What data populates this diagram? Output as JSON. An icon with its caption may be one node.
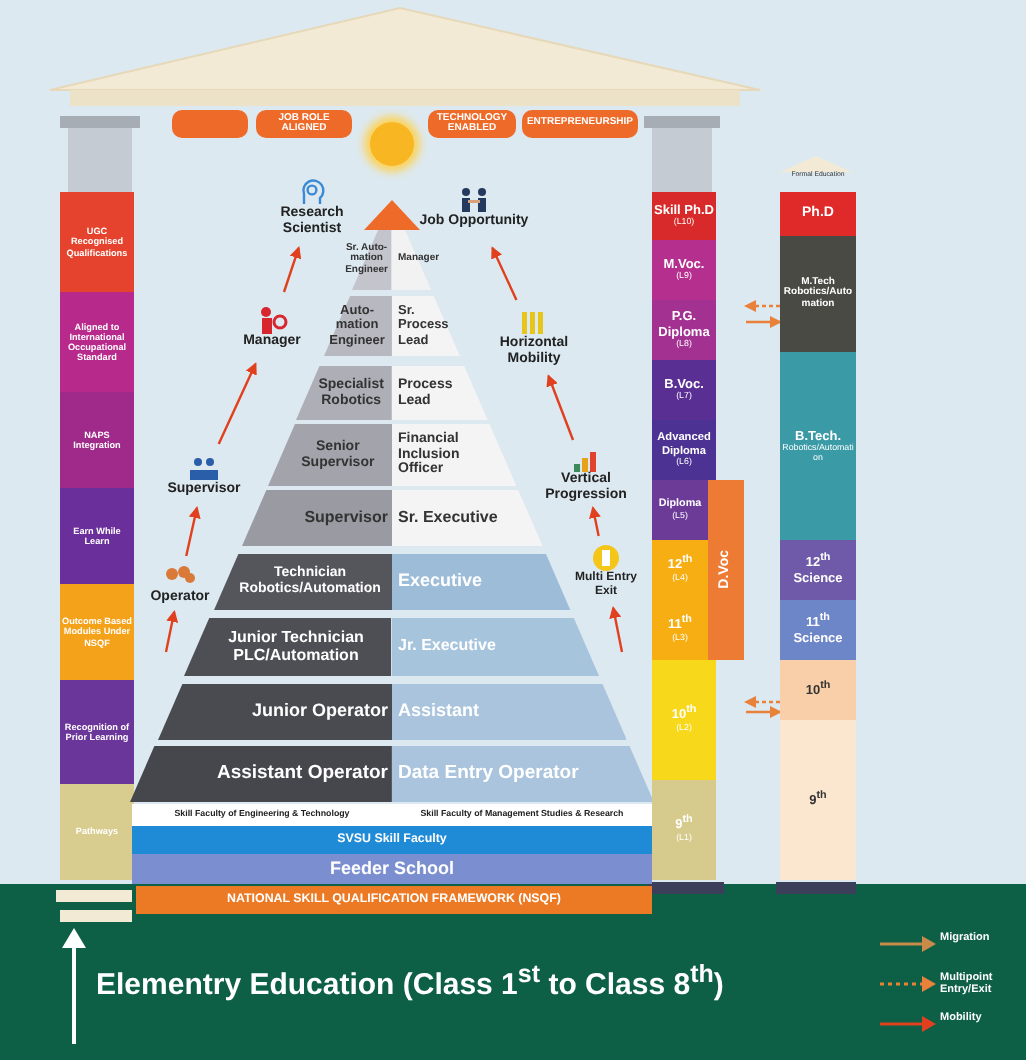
{
  "diagram": {
    "nodes": [
      {
        "text": [],
        "shape": "box"
      },
      {
        "text": [
          "JOB ROLE ALIGNED"
        ]
      },
      {
        "text": [],
        "shape": "circle"
      },
      {
        "text": [
          "TECHNOLOGY ENABLED"
        ]
      },
      {
        "text": [
          "ENTREPRENEURSHIP"
        ]
      },
      {
        "text": [
          "UGC Recognised Qualifications"
        ]
      },
      {
        "text": [
          "Aligned to International Occupational Standard"
        ]
      },
      {
        "text": [
          "NAPS Integration"
        ]
      },
      {
        "text": [
          "Earn While Learn"
        ]
      },
      {
        "text": [
          "Outcome Based Modules Under NSQF"
        ]
      },
      {
        "text": [
          "Recognition of Prior Learning"
        ]
      },
      {
        "text": [
          "Pathways"
        ]
      },
      {
        "text": [],
        "shape": "triangle"
      },
      {
        "text": [
          "Sr. Auto-mation Engineer"
        ]
      },
      {
        "text": [
          "Manager"
        ]
      },
      {
        "text": [
          "Auto-mation Engineer"
        ]
      },
      {
        "text": [
          "Sr. Process Lead"
        ]
      },
      {
        "text": [
          "Specialist Robotics"
        ]
      },
      {
        "text": [
          "Process Lead"
        ]
      },
      {
        "text": [
          "Senior Supervisor"
        ]
      },
      {
        "text": [
          "Financial Inclusion Officer"
        ]
      },
      {
        "text": [
          "Supervisor"
        ]
      },
      {
        "text": [
          "Sr. Executive"
        ]
      },
      {
        "text": [
          "Technician Robotics/Automation"
        ]
      },
      {
        "text": [
          "Executive"
        ]
      },
      {
        "text": [
          "Junior Technician PLC/Automation"
        ]
      },
      {
        "text": [
          "Jr. Executive"
        ]
      },
      {
        "text": [
          "Junior Operator"
        ]
      },
      {
        "text": [
          "Assistant"
        ]
      },
      {
        "text": [
          "Assistant Operator"
        ]
      },
      {
        "text": [
          "Data Entry Operator"
        ]
      },
      {
        "text": [
          "Skill Faculty of Engineering & Technology"
        ]
      },
      {
        "text": [
          "Skill Faculty of Management Studies & Research"
        ]
      },
      {
        "text": [
          "SVSU Skill Faculty"
        ]
      },
      {
        "text": [
          "Feeder School"
        ]
      },
      {
        "text": [
          "NATIONAL SKILL QUALIFICATION FRAMEWORK (NSQF)"
        ]
      },
      {
        "text": [
          "Operator"
        ]
      },
      {
        "text": [
          "Supervisor"
        ]
      },
      {
        "text": [
          "Manager"
        ]
      },
      {
        "text": [
          "Research Scientist"
        ]
      },
      {
        "text": [
          "Multi Entry Exit"
        ]
      },
      {
        "text": [
          "Vertical Progression"
        ]
      },
      {
        "text": [
          "Horizontal Mobility"
        ]
      },
      {
        "text": [
          "Job Opportunity"
        ]
      },
      {
        "text": [
          "Skill Ph.D",
          "(L10)"
        ]
      },
      {
        "text": [
          "M.Voc.",
          "(L9)"
        ]
      },
      {
        "text": [
          "P.G. Diploma",
          "(L8)"
        ]
      },
      {
        "text": [
          "B.Voc.",
          "(L7)"
        ]
      },
      {
        "text": [
          "Advanced Diploma",
          "(L6)"
        ]
      },
      {
        "text": [
          "Diploma",
          "(L5)"
        ]
      },
      {
        "text": [
          "12$^{th}$",
          "(L4)"
        ]
      },
      {
        "text": [
          "11$^{th}$",
          "(L3)"
        ]
      },
      {
        "text": [
          "10$^{th}$",
          "(L2)"
        ]
      },
      {
        "text": [
          "9$^{th}$",
          "(L1)"
        ]
      },
      {
        "text": [
          "D.Voc"
        ]
      },
      {
        "text": [
          "Ph.D"
        ],
        "beside": [
          "Formal Education"
        ]
      },
      {
        "text": [
          "M.Tech Robotics/Automation"
        ]
      },
      {
        "text": [
          "B.Tech.",
          "Robotics/Automation"
        ]
      },
      {
        "text": [
          "12$^{th}$ Science"
        ]
      },
      {
        "text": [
          "11$^{th}$ Science"
        ]
      },
      {
        "text": [
          "10$^{th}$"
        ]
      },
      {
        "text": [
          "9$^{th}$"
        ]
      }
    ],
    "edges": [
      {
        "from": null,
        "to": 36,
        "arrow": "to"
      },
      {
        "from": 36,
        "to": 37,
        "arrow": "to"
      },
      {
        "from": 37,
        "to": 38,
        "arrow": "to"
      },
      {
        "from": 38,
        "to": 39,
        "arrow": "to"
      },
      {
        "from": null,
        "to": 40,
        "arrow": "to"
      },
      {
        "from": 40,
        "to": 41,
        "arrow": "to"
      },
      {
        "from": 41,
        "to": 42,
        "arrow": "to"
      },
      {
        "from": 42,
        "to": 43,
        "arrow": "to"
      },
      {
        "from": 46,
        "to": 56,
        "arrow": "to",
        "color": "#e8823a"
      },
      {
        "from": 56,
        "to": 46,
        "arrow": "to",
        "style": "dashed",
        "color": "#e8823a"
      },
      {
        "from": 52,
        "to": 60,
        "arrow": "to",
        "color": "#e8823a"
      },
      {
        "from": 60,
        "to": 52,
        "arrow": "to",
        "style": "dashed",
        "color": "#e8823a"
      }
    ],
    "labels": [
      "Elementry Education (Class 1$^{st}$ to Class 8$^{th}$)"
    ],
    "legend": [
      {
        "text": "Migration"
      },
      {
        "text": "Multipoint Entry/Exit"
      },
      {
        "text": "Mobility"
      }
    ]
  }
}
